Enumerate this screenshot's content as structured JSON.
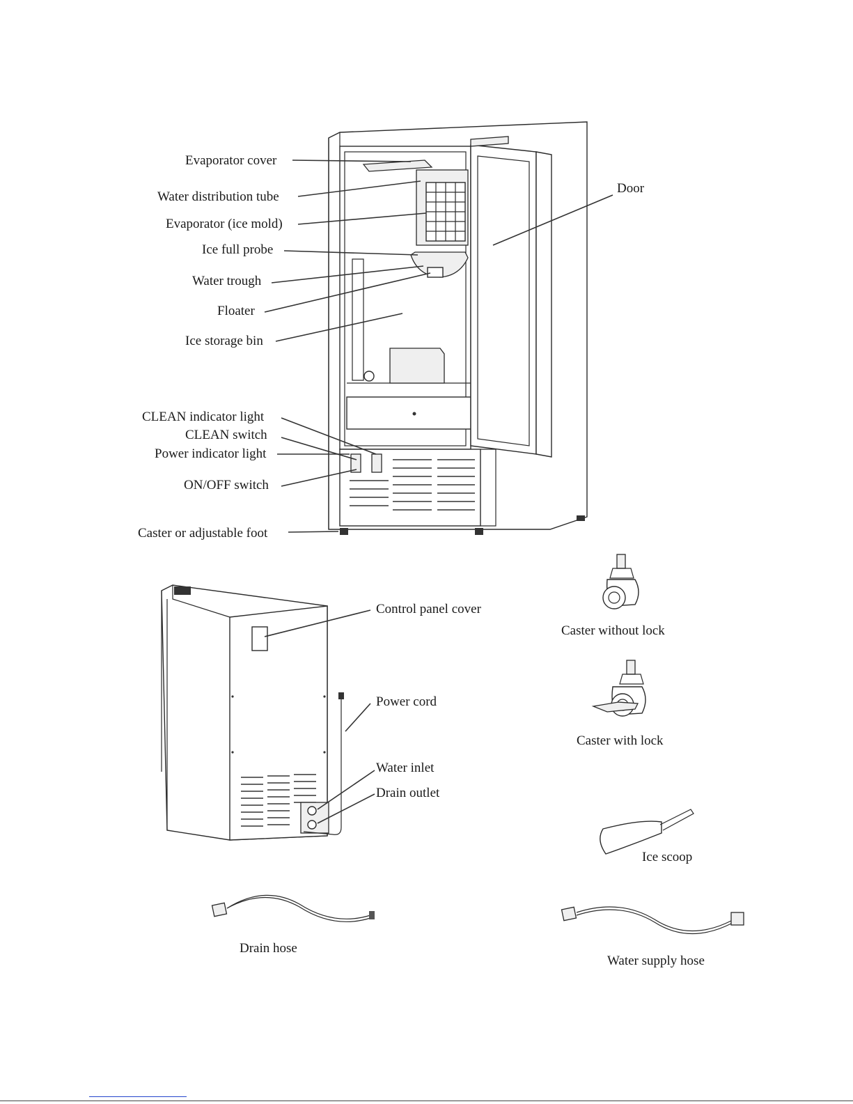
{
  "labels": {
    "evaporator_cover": "Evaporator cover",
    "water_distribution_tube": "Water distribution tube",
    "evaporator": "Evaporator (ice mold)",
    "ice_full_probe": "Ice full probe",
    "water_trough": "Water trough",
    "floater": "Floater",
    "ice_storage_bin": "Ice storage bin",
    "door": "Door",
    "clean_indicator_light": "CLEAN indicator light",
    "clean_switch": "CLEAN switch",
    "power_indicator_light": "Power indicator light",
    "on_off_switch": "ON/OFF switch",
    "caster_or_foot": "Caster or adjustable foot",
    "control_panel_cover": "Control panel cover",
    "power_cord": "Power cord",
    "water_inlet": "Water inlet",
    "drain_outlet": "Drain outlet",
    "caster_without_lock": "Caster without lock",
    "caster_with_lock": "Caster with lock",
    "ice_scoop": "Ice scoop",
    "drain_hose": "Drain hose",
    "water_supply_hose": "Water supply hose"
  }
}
